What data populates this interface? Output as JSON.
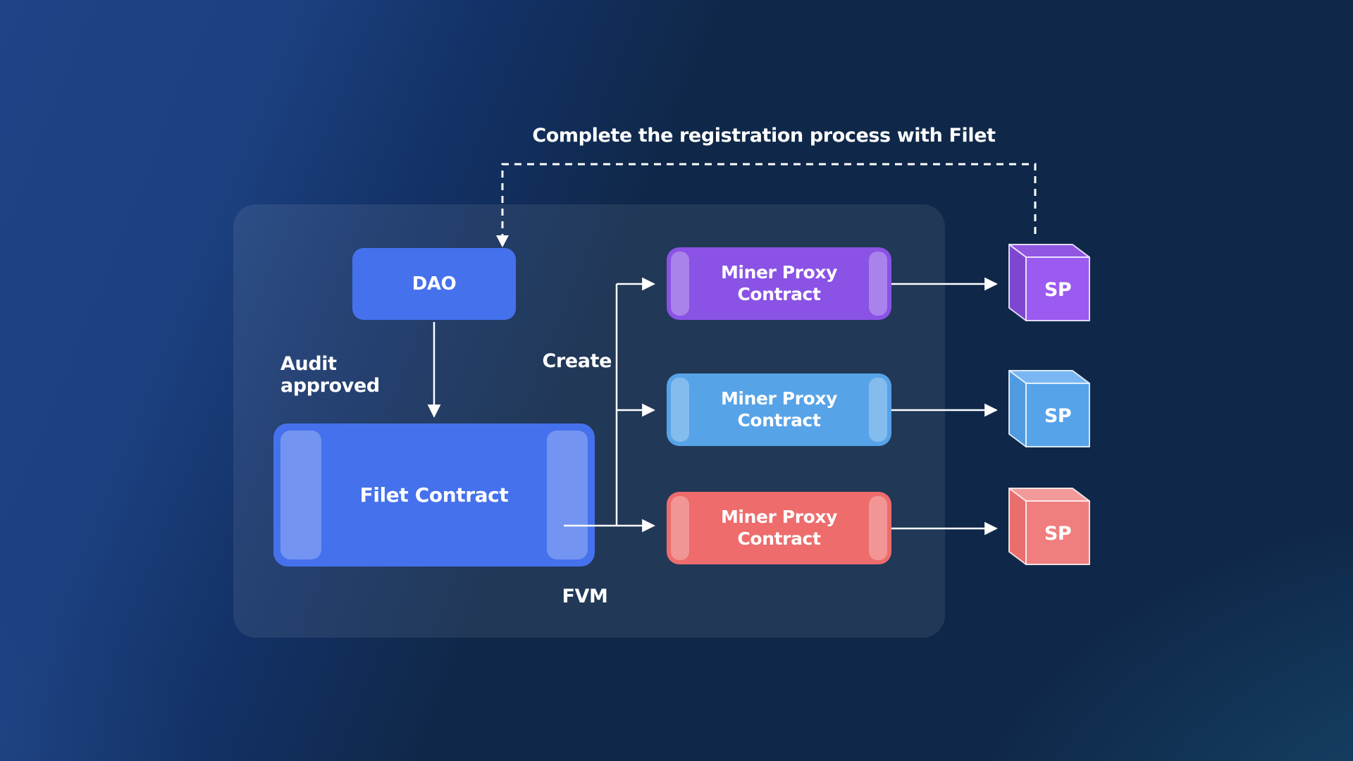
{
  "title": "Complete the registration process with Filet",
  "colors": {
    "background_navy": "#0f2849",
    "background_royal_blue": "#1e4386",
    "background_teal_glow": "#1f6c94",
    "panel_overlay": "rgba(255,255,255,0.08)",
    "primary_blue": "#4571ec",
    "proxy_purple": "#8a52e5",
    "proxy_blue": "#57a3e8",
    "proxy_red": "#ee6c6c",
    "connector": "#ffffff",
    "text": "#ffffff"
  },
  "nodes": {
    "dao": {
      "label": "DAO"
    },
    "filet_contract": {
      "label": "Filet Contract"
    },
    "fvm": {
      "label": "FVM"
    },
    "miner_proxies": [
      {
        "label": "Miner Proxy Contract",
        "color": "#8a52e5"
      },
      {
        "label": "Miner Proxy Contract",
        "color": "#57a3e8"
      },
      {
        "label": "Miner Proxy Contract",
        "color": "#ee6c6c"
      }
    ],
    "sp_cubes": [
      {
        "label": "SP",
        "front": "#9b5af0",
        "top": "#9157e2",
        "side": "#7e47cf"
      },
      {
        "label": "SP",
        "front": "#57a3ea",
        "top": "#7ab7f2",
        "side": "#509adf"
      },
      {
        "label": "SP",
        "front": "#f07e7e",
        "top": "#f29a9a",
        "side": "#e96e6e"
      }
    ]
  },
  "edges": {
    "audit_label": "Audit approved",
    "create_label": "Create"
  }
}
